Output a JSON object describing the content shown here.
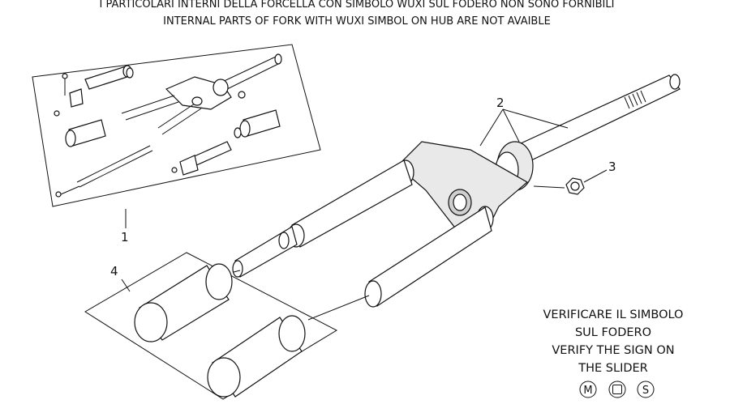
{
  "header": {
    "line1": "I PARTICOLARI INTERNI DELLA FORCELLA CON SIMBOLO WUXI SUL FODERO NON SONO FORNIBILI",
    "line2": "INTERNAL PARTS OF FORK WITH WUXI SIMBOL ON HUB ARE NOT AVAIBLE"
  },
  "callouts": {
    "c1": "1",
    "c2": "2",
    "c3": "3",
    "c4": "4"
  },
  "note": {
    "line1": "VERIFICARE IL SIMBOLO",
    "line2": "SUL FODERO",
    "line3": "VERIFY THE SIGN ON",
    "line4": "THE SLIDER"
  },
  "symbols": {
    "m": "M",
    "s": "S"
  }
}
